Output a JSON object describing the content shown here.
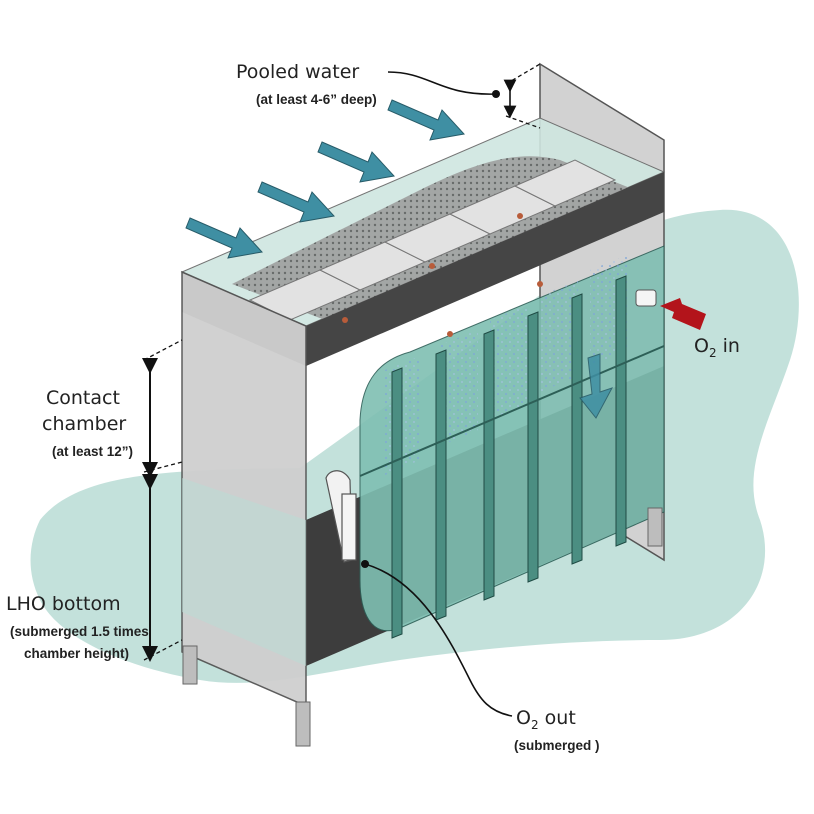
{
  "labels": {
    "pooled_water": "Pooled water",
    "pooled_water_sub": "(at least 4-6” deep)",
    "o2_in_prefix": "O",
    "o2_in_sub": "2",
    "o2_in_suffix": " in",
    "contact_chamber_line1": "Contact",
    "contact_chamber_line2": "chamber",
    "contact_chamber_sub": "(at least 12”)",
    "lho_bottom": "LHO bottom",
    "lho_bottom_sub_line1": "(submerged 1.5 times",
    "lho_bottom_sub_line2": "chamber height)",
    "o2_out_prefix": "O",
    "o2_out_sub": "2",
    "o2_out_suffix": " out",
    "o2_out_sub_note": "(submerged )"
  },
  "colors": {
    "pond_water": "#b9dcd5",
    "tank_water": "#8fc8bd",
    "steel_light": "#c9c9c9",
    "steel_dark": "#4a4a4a",
    "flow_arrow": "#3f8fa3",
    "o2_in_arrow": "#b3141b"
  }
}
